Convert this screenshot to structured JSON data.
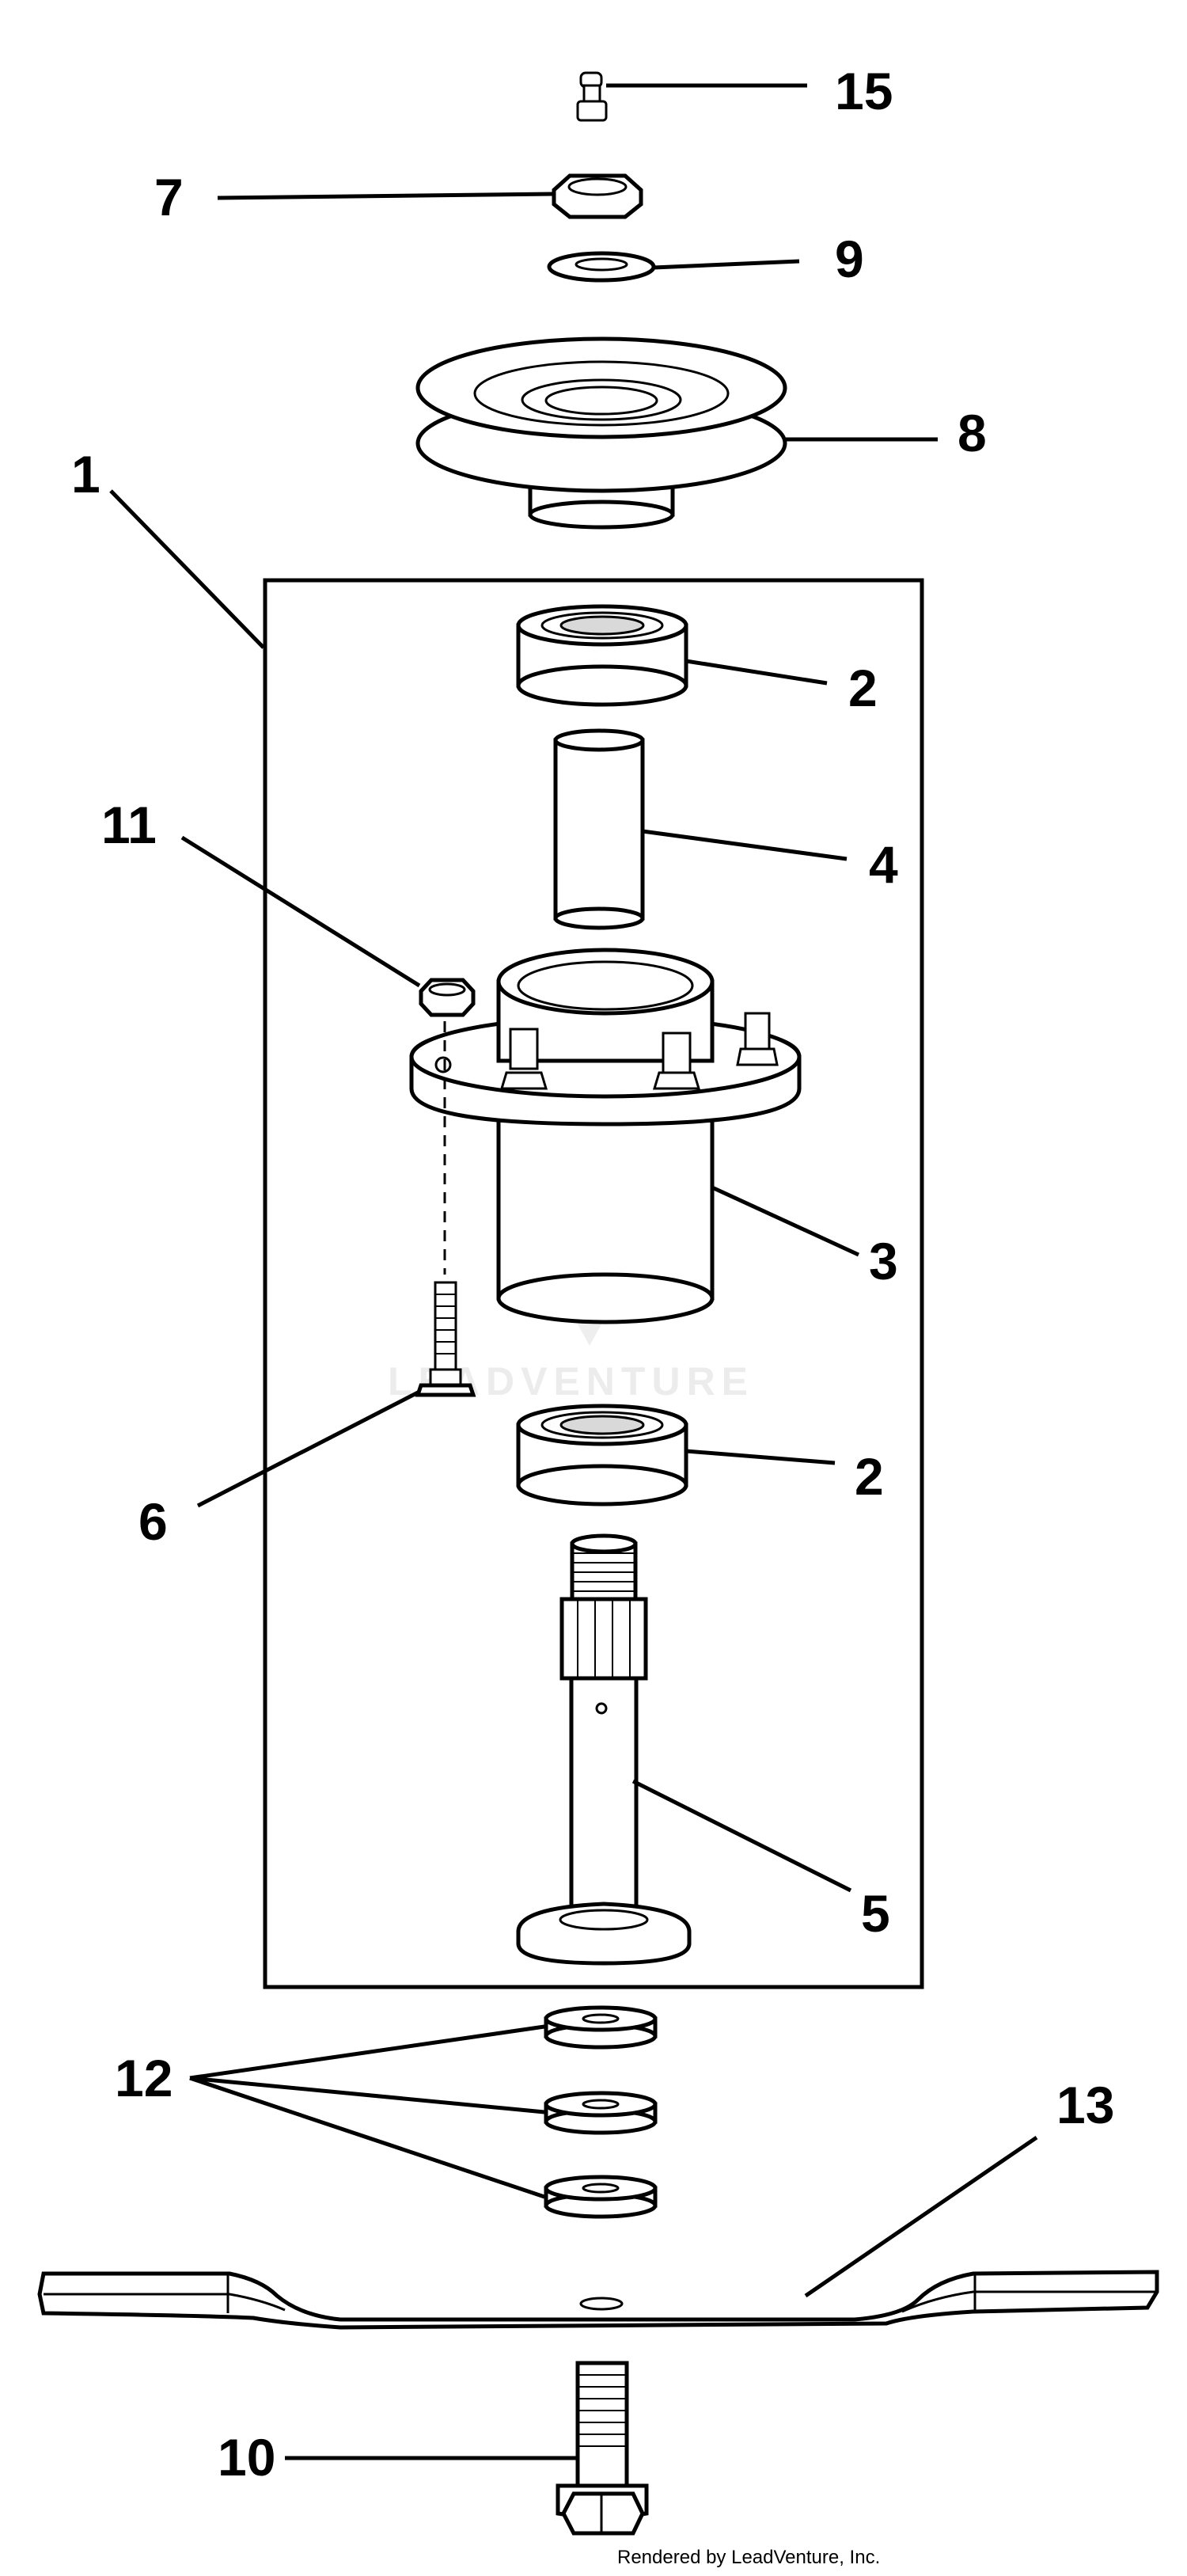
{
  "callouts": {
    "c15": "15",
    "c7": "7",
    "c9": "9",
    "c8": "8",
    "c1": "1",
    "c2a": "2",
    "c11": "11",
    "c4": "4",
    "c3": "3",
    "c6": "6",
    "c2b": "2",
    "c5": "5",
    "c12": "12",
    "c13": "13",
    "c10": "10"
  },
  "watermark": "LEADVENTURE",
  "footer": "Rendered by LeadVenture, Inc."
}
